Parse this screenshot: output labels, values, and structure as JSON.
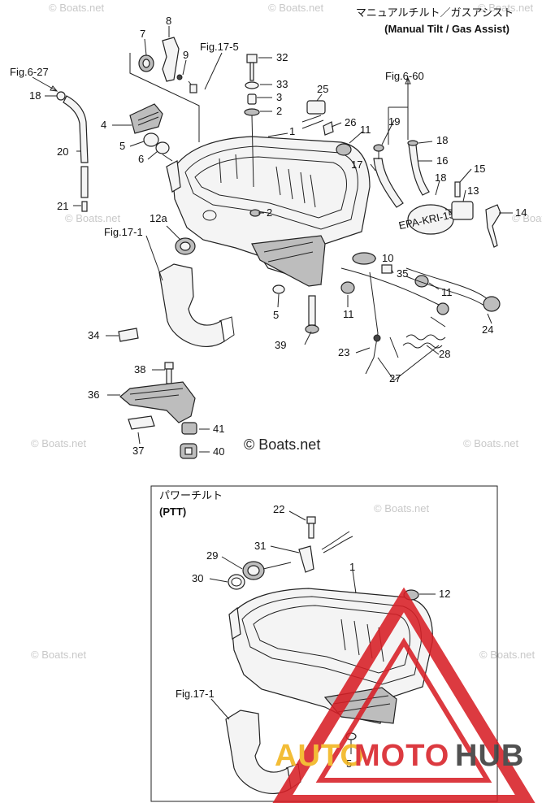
{
  "header": {
    "title_jp": "マニュアルチルト／ガスアシスト",
    "title_en": "(Manual Tilt / Gas Assist)"
  },
  "ptt_box": {
    "title_jp": "パワーチルト",
    "title_en": "(PTT)"
  },
  "copyright": "© Boats.net",
  "watermark_text": "© Boats.net",
  "brand": {
    "part1": "AUTO",
    "part2": "MOTO",
    "part3": "HUB",
    "color_yellow": "#f2b51c",
    "color_red": "#d81f26",
    "color_dark": "#3a3a3a"
  },
  "refs": {
    "fig_6_27": "Fig.6-27",
    "fig_17_5": "Fig.17-5",
    "fig_6_60": "Fig.6-60",
    "fig_17_1_a": "Fig.17-1",
    "fig_17_1_b": "Fig.17-1",
    "epa_label": "EPA-KRI-15G"
  },
  "callouts_upper": {
    "c7": "7",
    "c8": "8",
    "c9": "9",
    "c32": "32",
    "c33": "33",
    "c3": "3",
    "c2a": "2",
    "c25": "25",
    "c26": "26",
    "c1": "1",
    "c11a": "11",
    "c19": "19",
    "c18a": "18",
    "c16": "16",
    "c18b": "18",
    "c17": "17",
    "c15": "15",
    "c13": "13",
    "c14": "14",
    "c18c": "18",
    "c20": "20",
    "c21": "21",
    "c4": "4",
    "c5a": "5",
    "c6": "6",
    "c2b": "2",
    "c12a": "12a",
    "c10": "10",
    "c35": "35",
    "c11b": "11",
    "c11c": "11",
    "c24": "24",
    "c5b": "5",
    "c39": "39",
    "c34": "34",
    "c23": "23",
    "c28": "28",
    "c27": "27",
    "c38": "38",
    "c36": "36",
    "c41": "41",
    "c37": "37",
    "c40": "40"
  },
  "callouts_ptt": {
    "c22": "22",
    "c31": "31",
    "c29": "29",
    "c30": "30",
    "c1": "1",
    "c12": "12",
    "c5": "5"
  }
}
